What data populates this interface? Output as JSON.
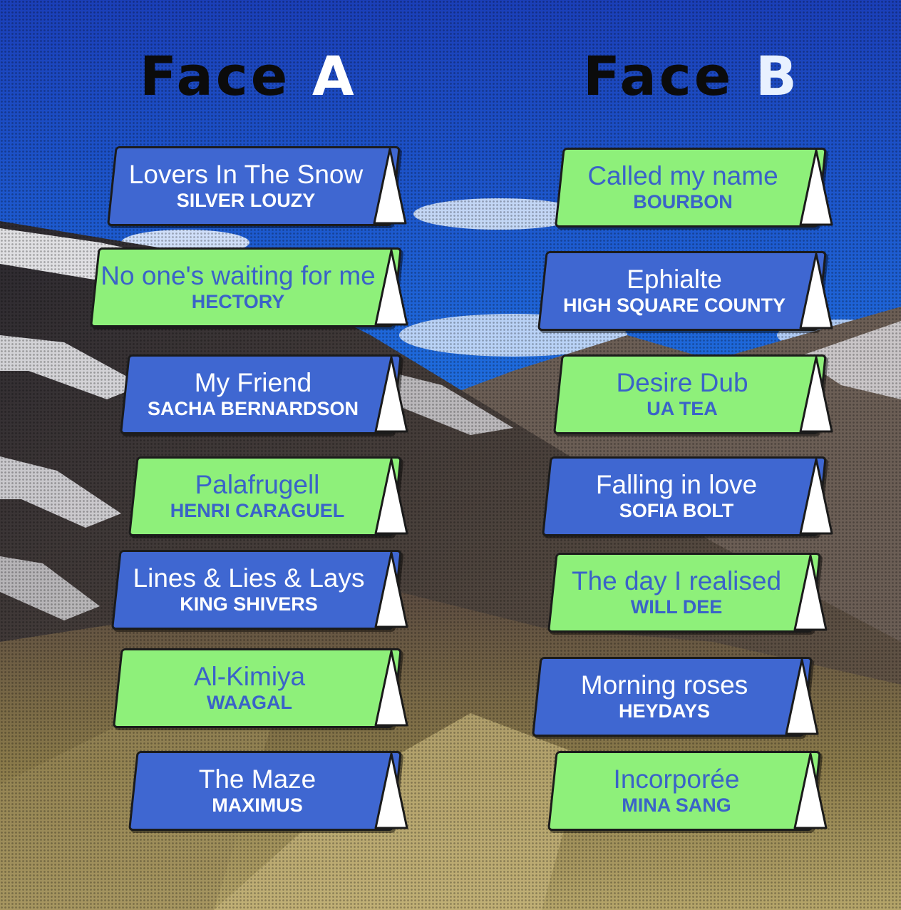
{
  "face_a": {
    "label": "Face",
    "letter": "A",
    "tracks": [
      {
        "title": "Lovers In The Snow",
        "artist": "SILVER LOUZY",
        "color": "blue"
      },
      {
        "title": "No one's waiting for me",
        "artist": "HECTORY",
        "color": "green"
      },
      {
        "title": "My Friend",
        "artist": "SACHA BERNARDSON",
        "color": "blue"
      },
      {
        "title": "Palafrugell",
        "artist": "HENRI CARAGUEL",
        "color": "green"
      },
      {
        "title": "Lines & Lies & Lays",
        "artist": "KING SHIVERS",
        "color": "blue"
      },
      {
        "title": "Al-Kimiya",
        "artist": "WAAGAL",
        "color": "green"
      },
      {
        "title": "The Maze",
        "artist": "MAXIMUS",
        "color": "blue"
      }
    ]
  },
  "face_b": {
    "label": "Face",
    "letter": "B",
    "tracks": [
      {
        "title": "Called my name",
        "artist": "BOURBON",
        "color": "green"
      },
      {
        "title": "Ephialte",
        "artist": "HIGH SQUARE COUNTY",
        "color": "blue"
      },
      {
        "title": "Desire Dub",
        "artist": "UA TEA",
        "color": "green"
      },
      {
        "title": "Falling in love",
        "artist": "SOFIA BOLT",
        "color": "blue"
      },
      {
        "title": "The day I realised",
        "artist": "WILL DEE",
        "color": "green"
      },
      {
        "title": "Morning roses",
        "artist": "HEYDAYS",
        "color": "blue"
      },
      {
        "title": "Incorporée",
        "artist": "MINA SANG",
        "color": "green"
      }
    ]
  },
  "colors": {
    "blue_plate": "#3f67d1",
    "green_plate": "#8ef07a",
    "green_text": "#3a63c8",
    "sky": "#1f5fd6"
  }
}
